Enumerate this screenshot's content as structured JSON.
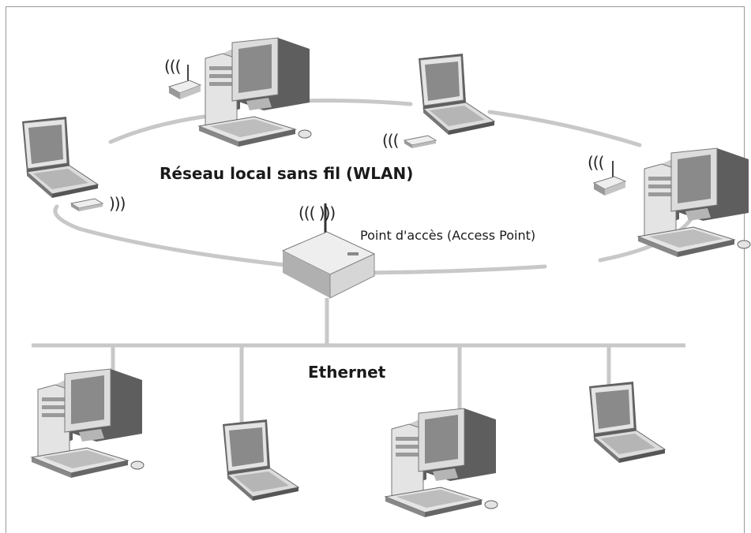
{
  "labels": {
    "wlan": "Réseau local sans fil (WLAN)",
    "access_point": "Point d'accès (Access Point)",
    "ethernet": "Ethernet"
  },
  "signals": {
    "left_waves": "(((",
    "right_waves": ")))",
    "ap_waves": "((( )))"
  },
  "colors": {
    "link": "#c8c8c8",
    "device_light": "#e4e4e4",
    "device_mid": "#b5b5b5",
    "device_dark": "#5e5e5e",
    "screen": "#8a8a8a",
    "text": "#1a1a1a"
  }
}
